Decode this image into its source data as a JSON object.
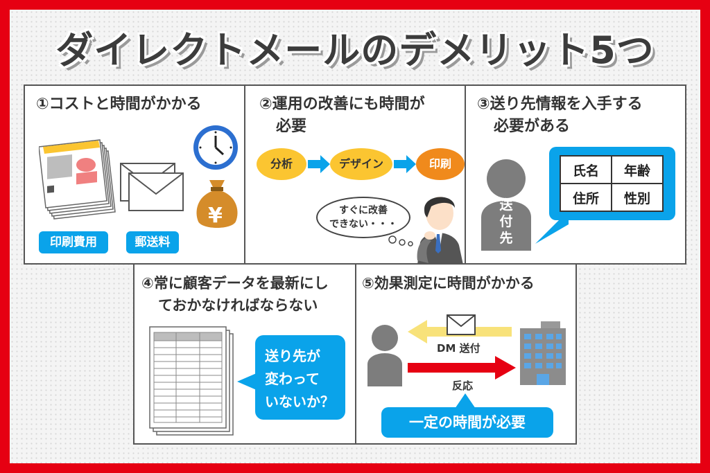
{
  "title": "ダイレクトメールのデメリット5つ",
  "panels": [
    {
      "title": "①コストと時間がかかる",
      "labels": [
        "印刷費用",
        "郵送料"
      ],
      "yen": "¥"
    },
    {
      "title_line1": "②運用の改善にも時間が",
      "title_line2": "必要",
      "steps": [
        "分析",
        "デザイン",
        "印刷"
      ],
      "thought_line1": "すぐに改善",
      "thought_line2": "できない・・・"
    },
    {
      "title_line1": "③送り先情報を入手する",
      "title_line2": "必要がある",
      "person_label": "送付先",
      "table": [
        [
          "氏名",
          "年齢"
        ],
        [
          "住所",
          "性別"
        ]
      ]
    },
    {
      "title_line1": "④常に顧客データを最新にし",
      "title_line2": "ておかなければならない",
      "bubble_lines": [
        "送り先が",
        "変わって",
        "いないか？"
      ]
    },
    {
      "title": "⑤効果測定に時間がかかる",
      "send_label": "DM 送付",
      "response_label": "反応",
      "bubble": "一定の時間が必要"
    }
  ],
  "colors": {
    "frame": "#e60012",
    "accent_blue": "#0aa3ea",
    "yellow": "#fbc531",
    "orange": "#f08a1c",
    "red_arrow": "#e60012",
    "gray_figure": "#7d7d7d"
  }
}
